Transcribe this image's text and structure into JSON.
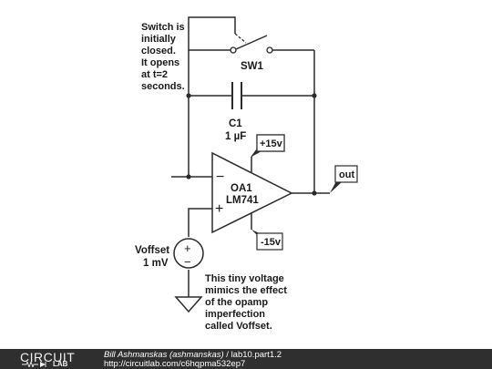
{
  "annotations": {
    "switch_note": [
      "Switch is",
      "initially",
      "closed.",
      "It opens",
      "at t=2",
      "seconds."
    ],
    "voffset_note": [
      "This tiny voltage",
      "mimics the effect",
      "of the opamp",
      "imperfection",
      "called Voffset."
    ]
  },
  "components": {
    "switch": {
      "name": "SW1"
    },
    "capacitor": {
      "name": "C1",
      "value": "1 µF"
    },
    "opamp": {
      "name": "OA1",
      "model": "LM741",
      "minus_symbol": "−",
      "plus_symbol": "+"
    },
    "source": {
      "name": "Voffset",
      "value": "1 mV",
      "plus_symbol": "+",
      "minus_symbol": "−"
    }
  },
  "net_labels": {
    "pos_supply": "+15v",
    "neg_supply": "-15v",
    "output": "out"
  },
  "footer": {
    "brand_circuit": "CIRCUIT",
    "brand_lab": "LAB",
    "author": "Bill Ashmanskas (ashmanskas)",
    "separator": " / ",
    "project": "lab10.part1.2",
    "url": "http://circuitlab.com/c6hqpma532ep7"
  },
  "colors": {
    "wire": "#2b2b2b",
    "footer_bg": "#2f2f2f",
    "text": "#1a1a1a"
  }
}
